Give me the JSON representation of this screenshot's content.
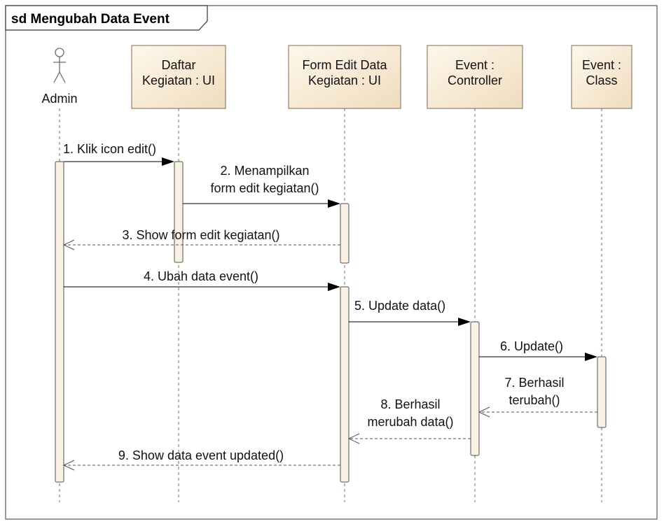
{
  "diagram": {
    "title": "sd Mengubah Data Event",
    "actor": {
      "label": "Admin"
    },
    "participants": [
      {
        "id": "daftar",
        "lines": [
          "Daftar",
          "Kegiatan : UI"
        ]
      },
      {
        "id": "form",
        "lines": [
          "Form Edit Data",
          "Kegiatan : UI"
        ]
      },
      {
        "id": "controller",
        "lines": [
          "Event :",
          "Controller"
        ]
      },
      {
        "id": "class",
        "lines": [
          "Event :",
          "Class"
        ]
      }
    ],
    "messages": [
      {
        "id": "m1",
        "from": "admin",
        "to": "daftar",
        "kind": "call",
        "lines": [
          "1. Klik icon edit()"
        ]
      },
      {
        "id": "m2",
        "from": "daftar",
        "to": "form",
        "kind": "call",
        "lines": [
          "2. Menampilkan",
          "form edit kegiatan()"
        ]
      },
      {
        "id": "m3",
        "from": "form",
        "to": "admin",
        "kind": "return",
        "lines": [
          "3. Show form edit kegiatan()"
        ]
      },
      {
        "id": "m4",
        "from": "admin",
        "to": "form",
        "kind": "call",
        "lines": [
          "4. Ubah data event()"
        ]
      },
      {
        "id": "m5",
        "from": "form",
        "to": "controller",
        "kind": "call",
        "lines": [
          "5. Update data()"
        ]
      },
      {
        "id": "m6",
        "from": "controller",
        "to": "class",
        "kind": "call",
        "lines": [
          "6. Update()"
        ]
      },
      {
        "id": "m7",
        "from": "class",
        "to": "controller",
        "kind": "return",
        "lines": [
          "7. Berhasil",
          "terubah()"
        ]
      },
      {
        "id": "m8",
        "from": "controller",
        "to": "form",
        "kind": "return",
        "lines": [
          "8. Berhasil",
          "merubah data()"
        ]
      },
      {
        "id": "m9",
        "from": "form",
        "to": "admin",
        "kind": "return",
        "lines": [
          "9. Show data event updated()"
        ]
      }
    ]
  }
}
